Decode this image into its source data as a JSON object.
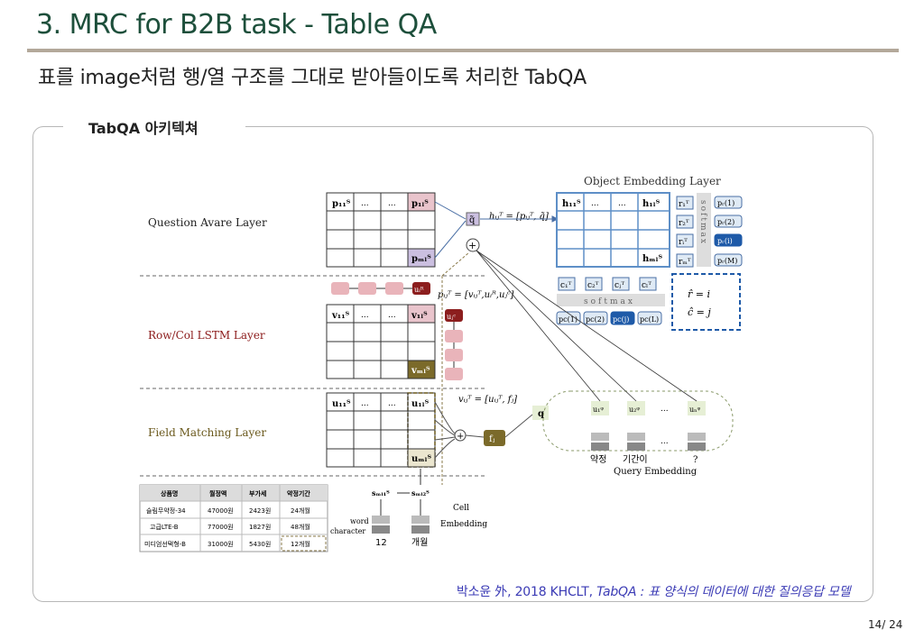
{
  "slide": {
    "title": "3. MRC for B2B task - Table QA",
    "subtitle": "표를 image처럼 행/열 구조를 그대로 받아들이도록 처리한 TabQA",
    "panel_label": "TabQA 아키텍쳐",
    "citation_prefix": "박소윤 外, 2018 KHCLT, ",
    "citation_italic": "TabQA : 표 양식의 데이터에 대한 질의응답 모델",
    "page": "14/ 24"
  },
  "diagram": {
    "layers": {
      "question_aware": "Question Avare Layer",
      "row_col_lstm": "Row/Col LSTM Layer",
      "field_matching": "Field Matching Layer",
      "object_embedding": "Object Embedding Layer"
    },
    "grid_labels": {
      "p11": "p₁₁ᵀ",
      "p1L": "p₁ₗᵀ",
      "pML": "pₘₗᵀ",
      "v11": "v₁₁ᵀ",
      "v1L": "v₁ₗᵀ",
      "vML": "vₘₗᵀ",
      "u11": "u₁₁ᵀ",
      "u1L": "u₁ₗᵀ",
      "uML": "uₘₗᵀ",
      "h11": "h₁₁ᵀ",
      "h1L": "h₁ₗᵀ",
      "hML": "hₘₗᵀ",
      "dots": "..."
    },
    "equations": {
      "h": "hᵢⱼᵀ = [pᵢⱼᵀ, q̃]",
      "p": "pᵢⱼᵀ = [vᵢⱼᵀ,uᵢᴿ,uⱼᶜ]",
      "v": "vᵢⱼᵀ = [uᵢⱼᵀ, fⱼ]",
      "r_hat": "r̂ = i",
      "c_hat": "ĉ = j"
    },
    "symbols": {
      "q_tilde": "q̃",
      "q": "q",
      "fj": "fⱼ",
      "plus": "+",
      "uR": "uᵢᴿ",
      "uC": "uⱼᶜ"
    },
    "object_rows": [
      "r₁ᵀ",
      "r₂ᵀ",
      "rᵢᵀ",
      "rₘᵀ"
    ],
    "row_probs": [
      "pᵣ(1)",
      "pᵣ(2)",
      "pᵣ(i)",
      "pᵣ(M)"
    ],
    "col_items": [
      "c₁ᵀ",
      "c₂ᵀ",
      "cⱼᵀ",
      "cₗᵀ"
    ],
    "col_probs": [
      "pc(1)",
      "pc(2)",
      "pc(j)",
      "pc(L)"
    ],
    "softmax": "softmax",
    "query": {
      "tokens": [
        "u₁ᵠ",
        "u₂ᵠ",
        "...",
        "uₙᵠ"
      ],
      "words": [
        "약정",
        "기간이",
        "...",
        "?"
      ],
      "label": "Query Embedding"
    },
    "cell": {
      "s1": "sₘₗ₁ᵀ",
      "s2": "sₘₗ₂ᵀ",
      "label_line1": "Cell",
      "label_line2": "Embedding",
      "word_label_1": "word",
      "word_label_2": "character",
      "token1": "12",
      "token2": "개월"
    },
    "table": {
      "headers": [
        "상품명",
        "월정액",
        "부가세",
        "약정기간"
      ],
      "rows": [
        [
          "슬림무약정-34",
          "47000원",
          "2423원",
          "24개월"
        ],
        [
          "고급LTE-B",
          "77000원",
          "1827원",
          "48개월"
        ],
        [
          "미디엄선택형-B",
          "31000원",
          "5430원",
          "12개월"
        ]
      ]
    }
  }
}
